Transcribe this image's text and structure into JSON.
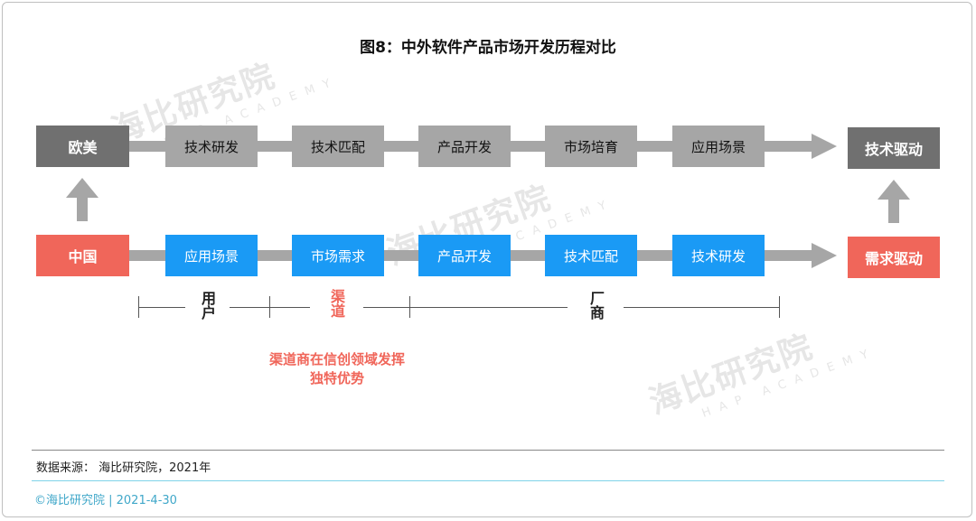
{
  "title": "图8：中外软件产品市场开发历程对比",
  "watermark": {
    "name": "海比研究院",
    "sub": "HAP ACADEMY"
  },
  "rows": {
    "foreign": {
      "label": "欧美",
      "steps": [
        "技术研发",
        "技术匹配",
        "产品开发",
        "市场培育",
        "应用场景"
      ],
      "result": "技术驱动"
    },
    "china": {
      "label": "中国",
      "steps": [
        "应用场景",
        "市场需求",
        "产品开发",
        "技术匹配",
        "技术研发"
      ],
      "result": "需求驱动"
    }
  },
  "segments": {
    "user": "用户",
    "channel": "渠道",
    "vendor": "厂商"
  },
  "note": "渠道商在信创领域发挥独特优势",
  "source": "数据来源：  海比研究院，2021年",
  "footer": "©海比研究院  |  2021-4-30",
  "colors": {
    "gray": "#a6a6a6",
    "dark_gray": "#707070",
    "blue": "#1a9af5",
    "red": "#f0665a",
    "teal": "#3fa7c9"
  }
}
